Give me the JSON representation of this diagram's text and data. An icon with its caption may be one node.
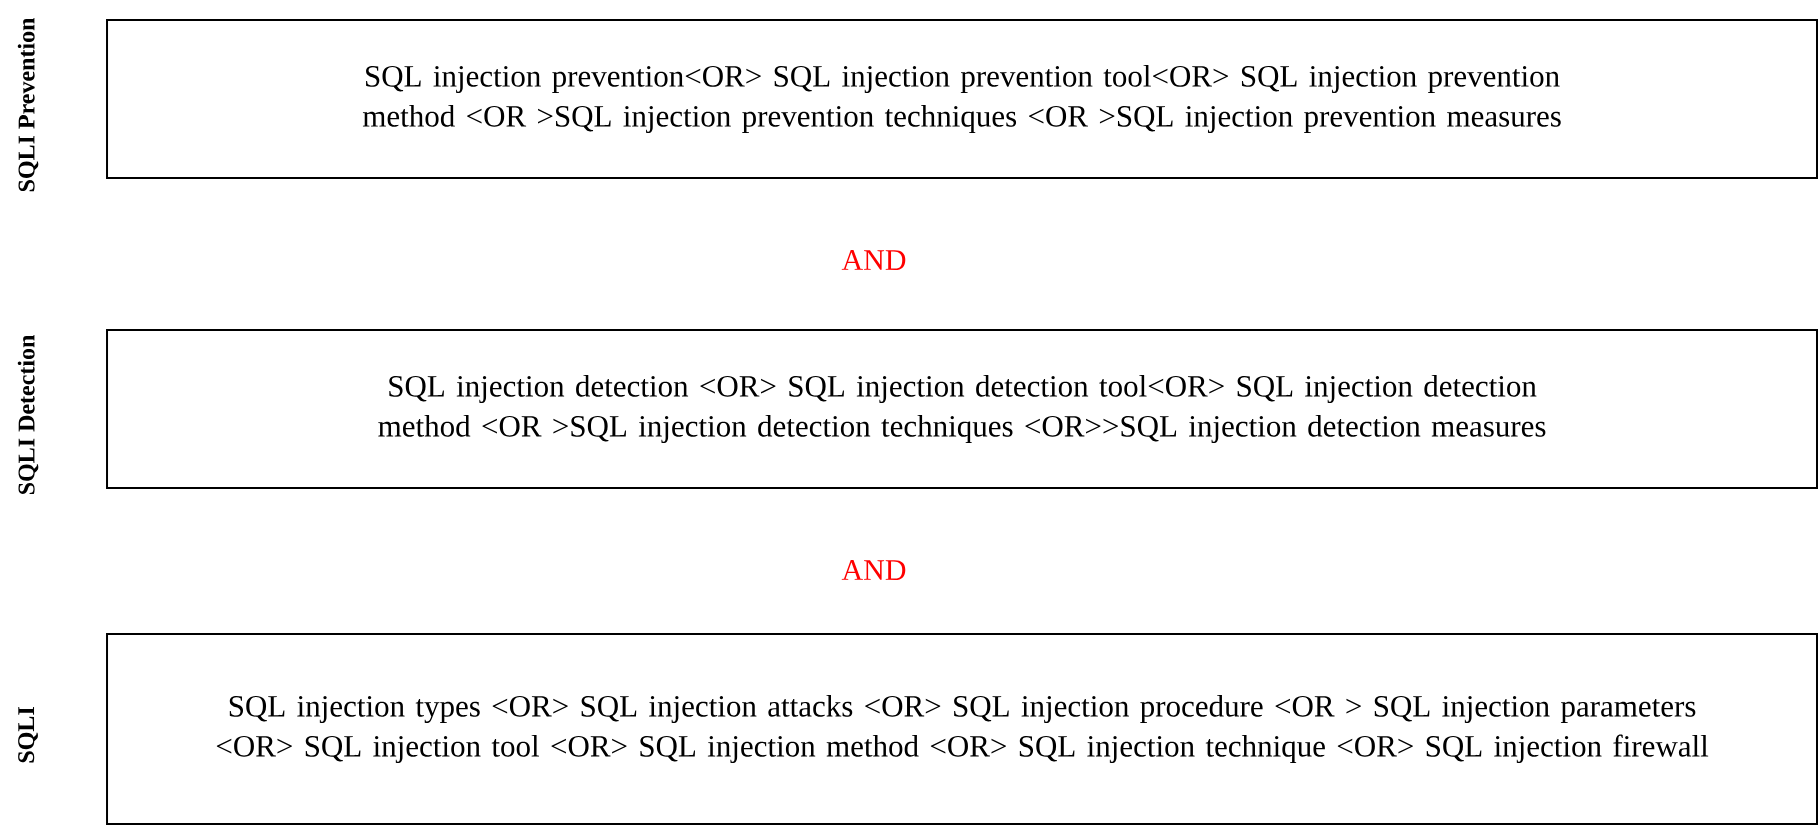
{
  "diagram": {
    "nodes": [
      {
        "text": [
          "SQLI Prevention",
          "SQL injection prevention<OR> SQL injection prevention tool<OR> SQL injection prevention method <OR >SQL injection prevention techniques <OR >SQL injection prevention measures"
        ]
      },
      {
        "text": [
          "SQLI Detection",
          "SQL injection detection <OR> SQL injection detection tool<OR> SQL injection detection method <OR >SQL injection detection techniques <OR>>SQL injection detection measures"
        ]
      },
      {
        "text": [
          "SQLI",
          "SQL injection types <OR> SQL injection attacks <OR> SQL injection procedure <OR > SQL injection parameters <OR> SQL injection tool <OR> SQL injection method <OR> SQL injection technique <OR> SQL injection firewall"
        ]
      }
    ],
    "labels": [
      "AND",
      "AND"
    ]
  }
}
